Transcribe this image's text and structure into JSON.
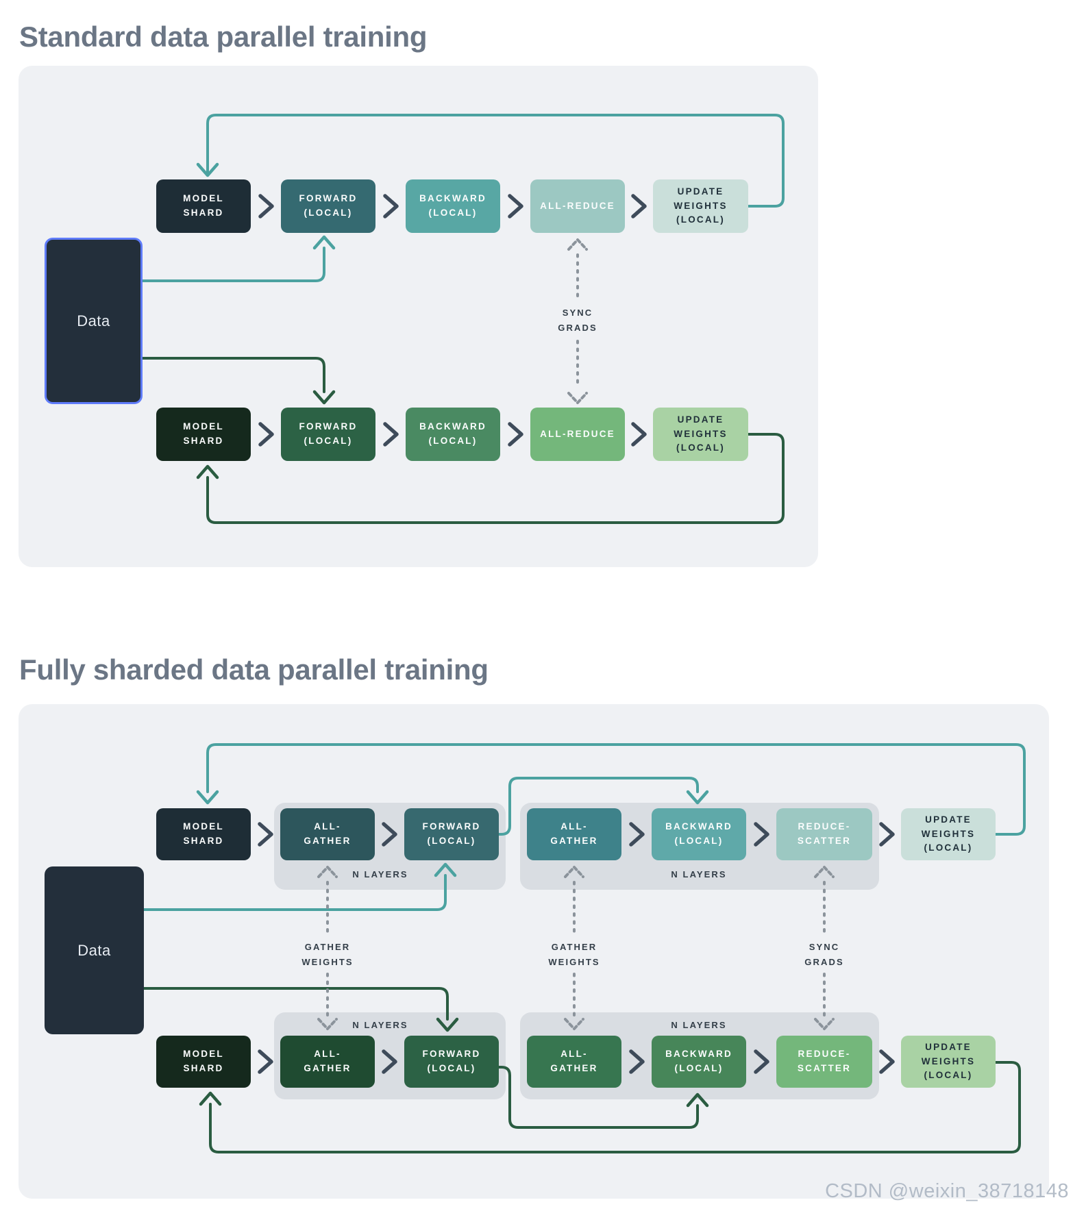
{
  "p1": {
    "title": "Standard data parallel training",
    "data_label": "Data",
    "top": [
      "MODEL\nSHARD",
      "FORWARD\n(LOCAL)",
      "BACKWARD\n(LOCAL)",
      "ALL-REDUCE",
      "UPDATE\nWEIGHTS\n(LOCAL)"
    ],
    "bottom": [
      "MODEL\nSHARD",
      "FORWARD\n(LOCAL)",
      "BACKWARD\n(LOCAL)",
      "ALL-REDUCE",
      "UPDATE\nWEIGHTS\n(LOCAL)"
    ],
    "top_colors": [
      "#1E2D36",
      "#356A71",
      "#58A7A4",
      "#9CC8C2",
      "#CADFDA"
    ],
    "bottom_colors": [
      "#15291D",
      "#2C6245",
      "#4A8A62",
      "#74B77B",
      "#A9D2A4"
    ],
    "sync_grads": "SYNC\nGRADS"
  },
  "p2": {
    "title": "Fully sharded data parallel training",
    "data_label": "Data",
    "top": [
      "MODEL\nSHARD",
      "ALL-\nGATHER",
      "FORWARD\n(LOCAL)",
      "ALL-\nGATHER",
      "BACKWARD\n(LOCAL)",
      "REDUCE-\nSCATTER",
      "UPDATE\nWEIGHTS\n(LOCAL)"
    ],
    "bottom": [
      "MODEL\nSHARD",
      "ALL-\nGATHER",
      "FORWARD\n(LOCAL)",
      "ALL-\nGATHER",
      "BACKWARD\n(LOCAL)",
      "REDUCE-\nSCATTER",
      "UPDATE\nWEIGHTS\n(LOCAL)"
    ],
    "top_colors": [
      "#1E2D36",
      "#2D565C",
      "#37696F",
      "#3E828A",
      "#5FA9A9",
      "#9CC8C2",
      "#CADFDA"
    ],
    "bottom_colors": [
      "#15291D",
      "#1F4B31",
      "#2C6245",
      "#377650",
      "#478659",
      "#74B77B",
      "#A9D2A4"
    ],
    "n_layers": "N LAYERS",
    "gather_weights": "GATHER\nWEIGHTS",
    "sync_grads": "SYNC\nGRADS"
  },
  "watermark": "CSDN @weixin_38718148",
  "colors": {
    "page_bg": "#FFFFFF",
    "panel_bg": "#EFF1F4",
    "group_bg": "#D9DDE2",
    "title_text": "#6B7685",
    "teal_flow_line": "#4BA2A0",
    "green_flow_line": "#2A5C41",
    "dashed_sync_line": "#8B939B",
    "chevron": "#3E4B5A",
    "data_box_fill": "#232F3B",
    "data_box_border": "#5F7CFA",
    "light_box_text": "#20303A"
  }
}
